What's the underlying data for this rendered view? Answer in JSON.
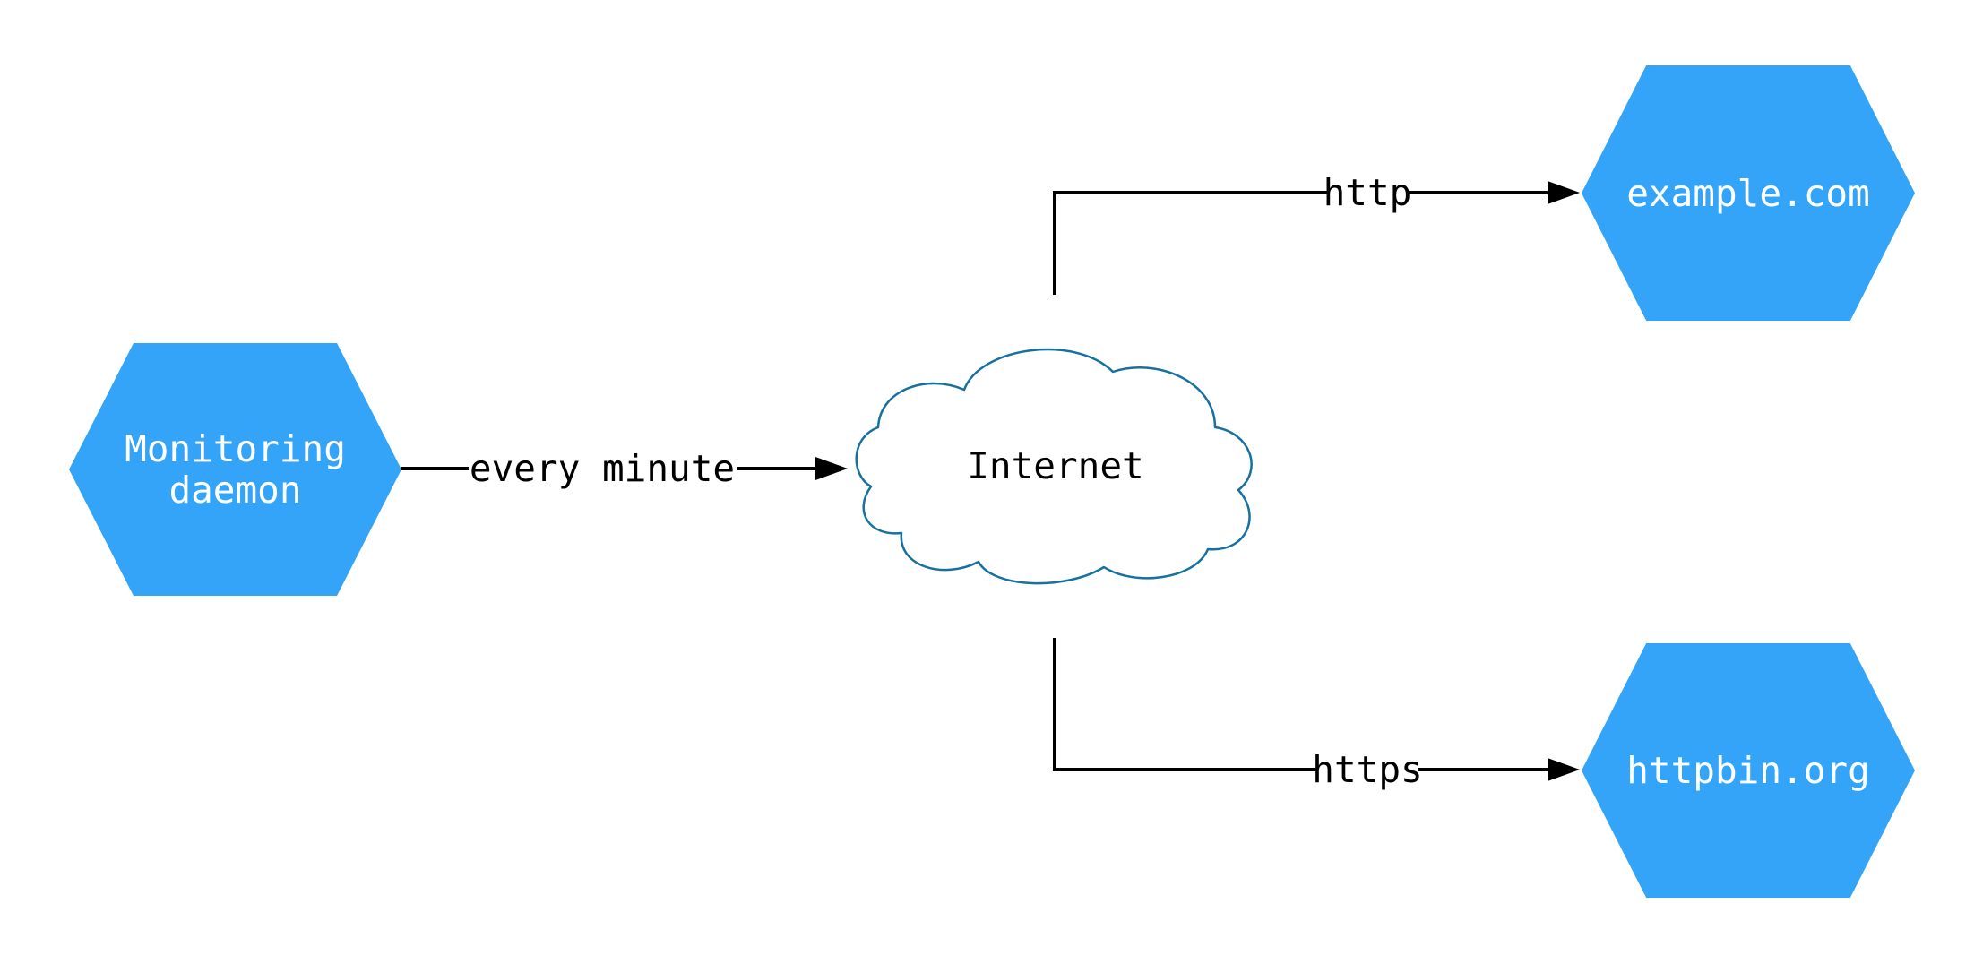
{
  "colors": {
    "node_fill": "#34a4f8",
    "node_text": "#ffffff",
    "cloud_fill": "#ffffff",
    "cloud_stroke": "#17719f",
    "edge_color": "#000000",
    "label_color": "#000000",
    "background": "#ffffff"
  },
  "diagram": {
    "nodes": {
      "monitoring_daemon": {
        "shape": "hexagon",
        "lines": [
          "Monitoring",
          "daemon"
        ]
      },
      "internet": {
        "shape": "cloud",
        "label": "Internet"
      },
      "example_com": {
        "shape": "hexagon",
        "label": "example.com"
      },
      "httpbin_org": {
        "shape": "hexagon",
        "label": "httpbin.org"
      }
    },
    "edges": {
      "every_minute": {
        "from": "monitoring_daemon",
        "to": "internet",
        "label": "every minute"
      },
      "http": {
        "from": "internet",
        "to": "example_com",
        "label": "http"
      },
      "https": {
        "from": "internet",
        "to": "httpbin_org",
        "label": "https"
      }
    }
  }
}
